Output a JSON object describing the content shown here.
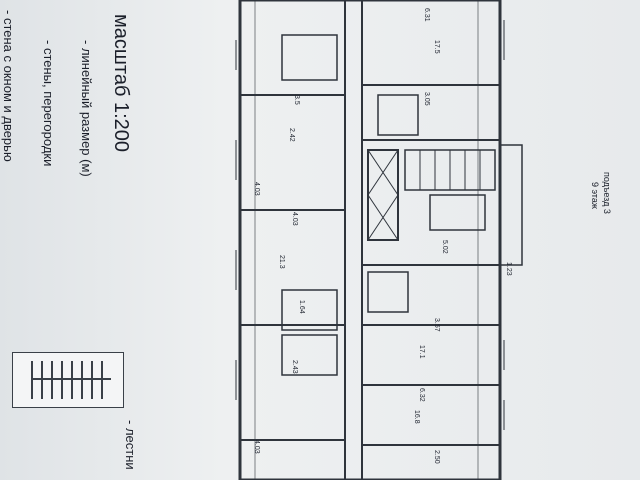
{
  "legend": {
    "scale": "масштаб 1:200",
    "linear_size": "- линейный размер (м)",
    "walls": "- стены, перегородки",
    "wall_window_door": "- стена с окном и дверью",
    "stairs": "- лестни"
  },
  "floor_info": {
    "entrance": "подъезд 3",
    "floor": "9 этаж"
  },
  "rooms": [
    {
      "id": "r1",
      "label": "6.31"
    },
    {
      "id": "r2",
      "label": "17.5"
    },
    {
      "id": "r3",
      "label": "3.05"
    },
    {
      "id": "r4",
      "label": "4.03"
    },
    {
      "id": "r5",
      "label": "21.3"
    },
    {
      "id": "r6",
      "label": "4.03"
    },
    {
      "id": "r7",
      "label": "2.42"
    },
    {
      "id": "r8",
      "label": "3.5"
    },
    {
      "id": "r9",
      "label": "1.64"
    },
    {
      "id": "r10",
      "label": "2.43"
    },
    {
      "id": "r11",
      "label": "17.1"
    },
    {
      "id": "r12",
      "label": "4.03"
    },
    {
      "id": "r13",
      "label": "3.57"
    },
    {
      "id": "r14",
      "label": "6.32"
    },
    {
      "id": "r15",
      "label": "5.02"
    },
    {
      "id": "r16",
      "label": "2.50"
    },
    {
      "id": "r17",
      "label": "16.8"
    },
    {
      "id": "r18",
      "label": "1.23"
    }
  ]
}
